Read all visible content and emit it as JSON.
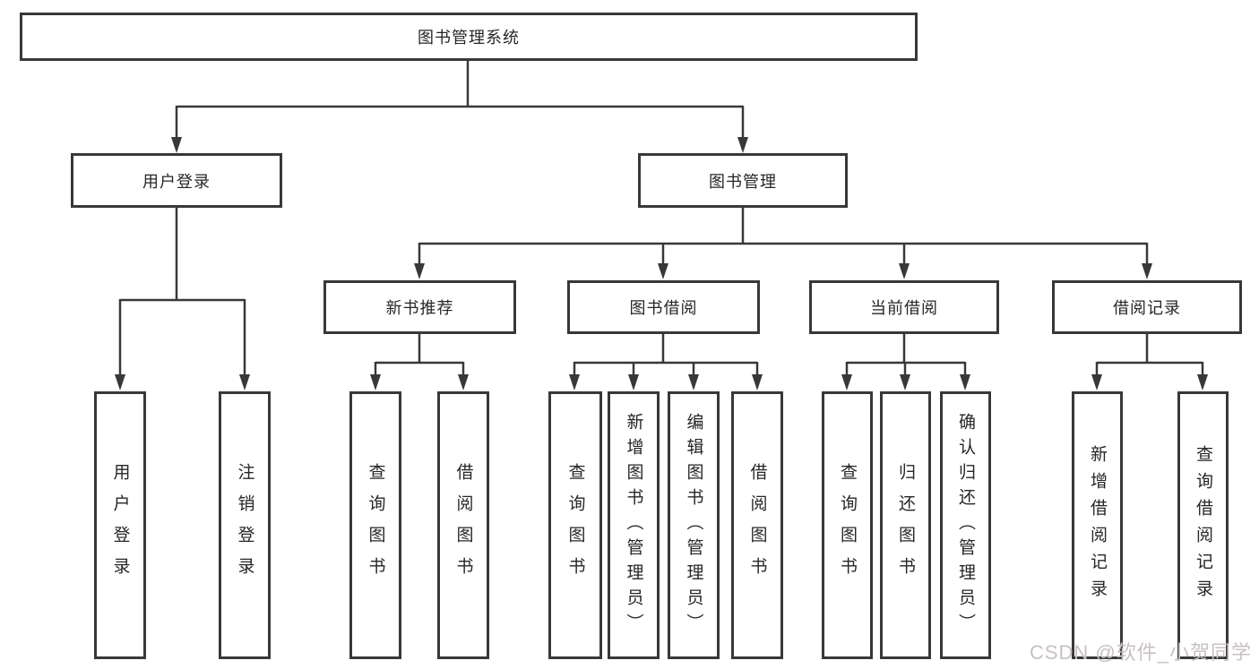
{
  "tree": {
    "label": "图书管理系统",
    "children": [
      {
        "label": "用户登录",
        "children": [
          {
            "label": "用户登录"
          },
          {
            "label": "注销登录"
          }
        ]
      },
      {
        "label": "图书管理",
        "children": [
          {
            "label": "新书推荐",
            "children": [
              {
                "label": "查询图书"
              },
              {
                "label": "借阅图书"
              }
            ]
          },
          {
            "label": "图书借阅",
            "children": [
              {
                "label": "查询图书"
              },
              {
                "label": "新增图书（管理员）"
              },
              {
                "label": "编辑图书（管理员）"
              },
              {
                "label": "借阅图书"
              }
            ]
          },
          {
            "label": "当前借阅",
            "children": [
              {
                "label": "查询图书"
              },
              {
                "label": "归还图书"
              },
              {
                "label": "确认归还（管理员）"
              }
            ]
          },
          {
            "label": "借阅记录",
            "children": [
              {
                "label": "新增借阅记录"
              },
              {
                "label": "查询借阅记录"
              }
            ]
          }
        ]
      }
    ]
  },
  "watermark": {
    "text": "CSDN @软件_小贺同学",
    "color": "#c9c0c0"
  },
  "colors": {
    "line": "#383838",
    "box_border": "#383838",
    "text": "#262626",
    "background": "#ffffff"
  }
}
